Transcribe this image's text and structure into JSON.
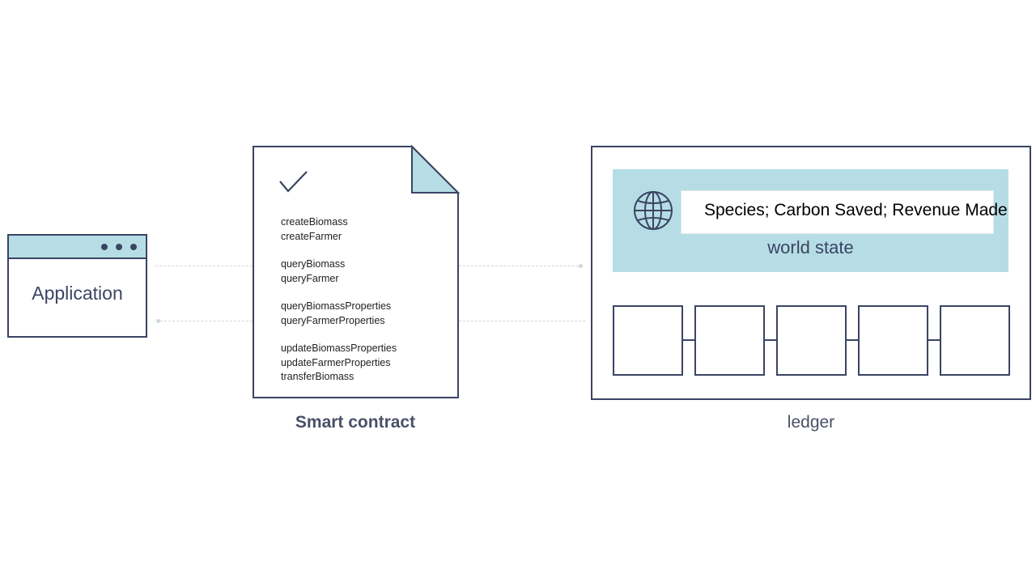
{
  "application": {
    "label": "Application"
  },
  "smart_contract": {
    "title": "Smart contract",
    "function_groups": [
      [
        "createBiomass",
        "createFarmer"
      ],
      [
        "queryBiomass",
        "queryFarmer"
      ],
      [
        "queryBiomassProperties",
        "queryFarmerProperties"
      ],
      [
        "updateBiomassProperties",
        "updateFarmerProperties",
        "transferBiomass"
      ]
    ]
  },
  "ledger": {
    "title": "ledger",
    "world_state": {
      "label": "world state",
      "content": "Species; Carbon Saved; Revenue Made"
    },
    "block_count": 5
  },
  "colors": {
    "outline": "#3b4463",
    "accent_fill": "#b6dde5",
    "connector": "#d4d6dc"
  },
  "icons": [
    "checkmark-icon",
    "globe-icon",
    "window-dots-icon"
  ]
}
